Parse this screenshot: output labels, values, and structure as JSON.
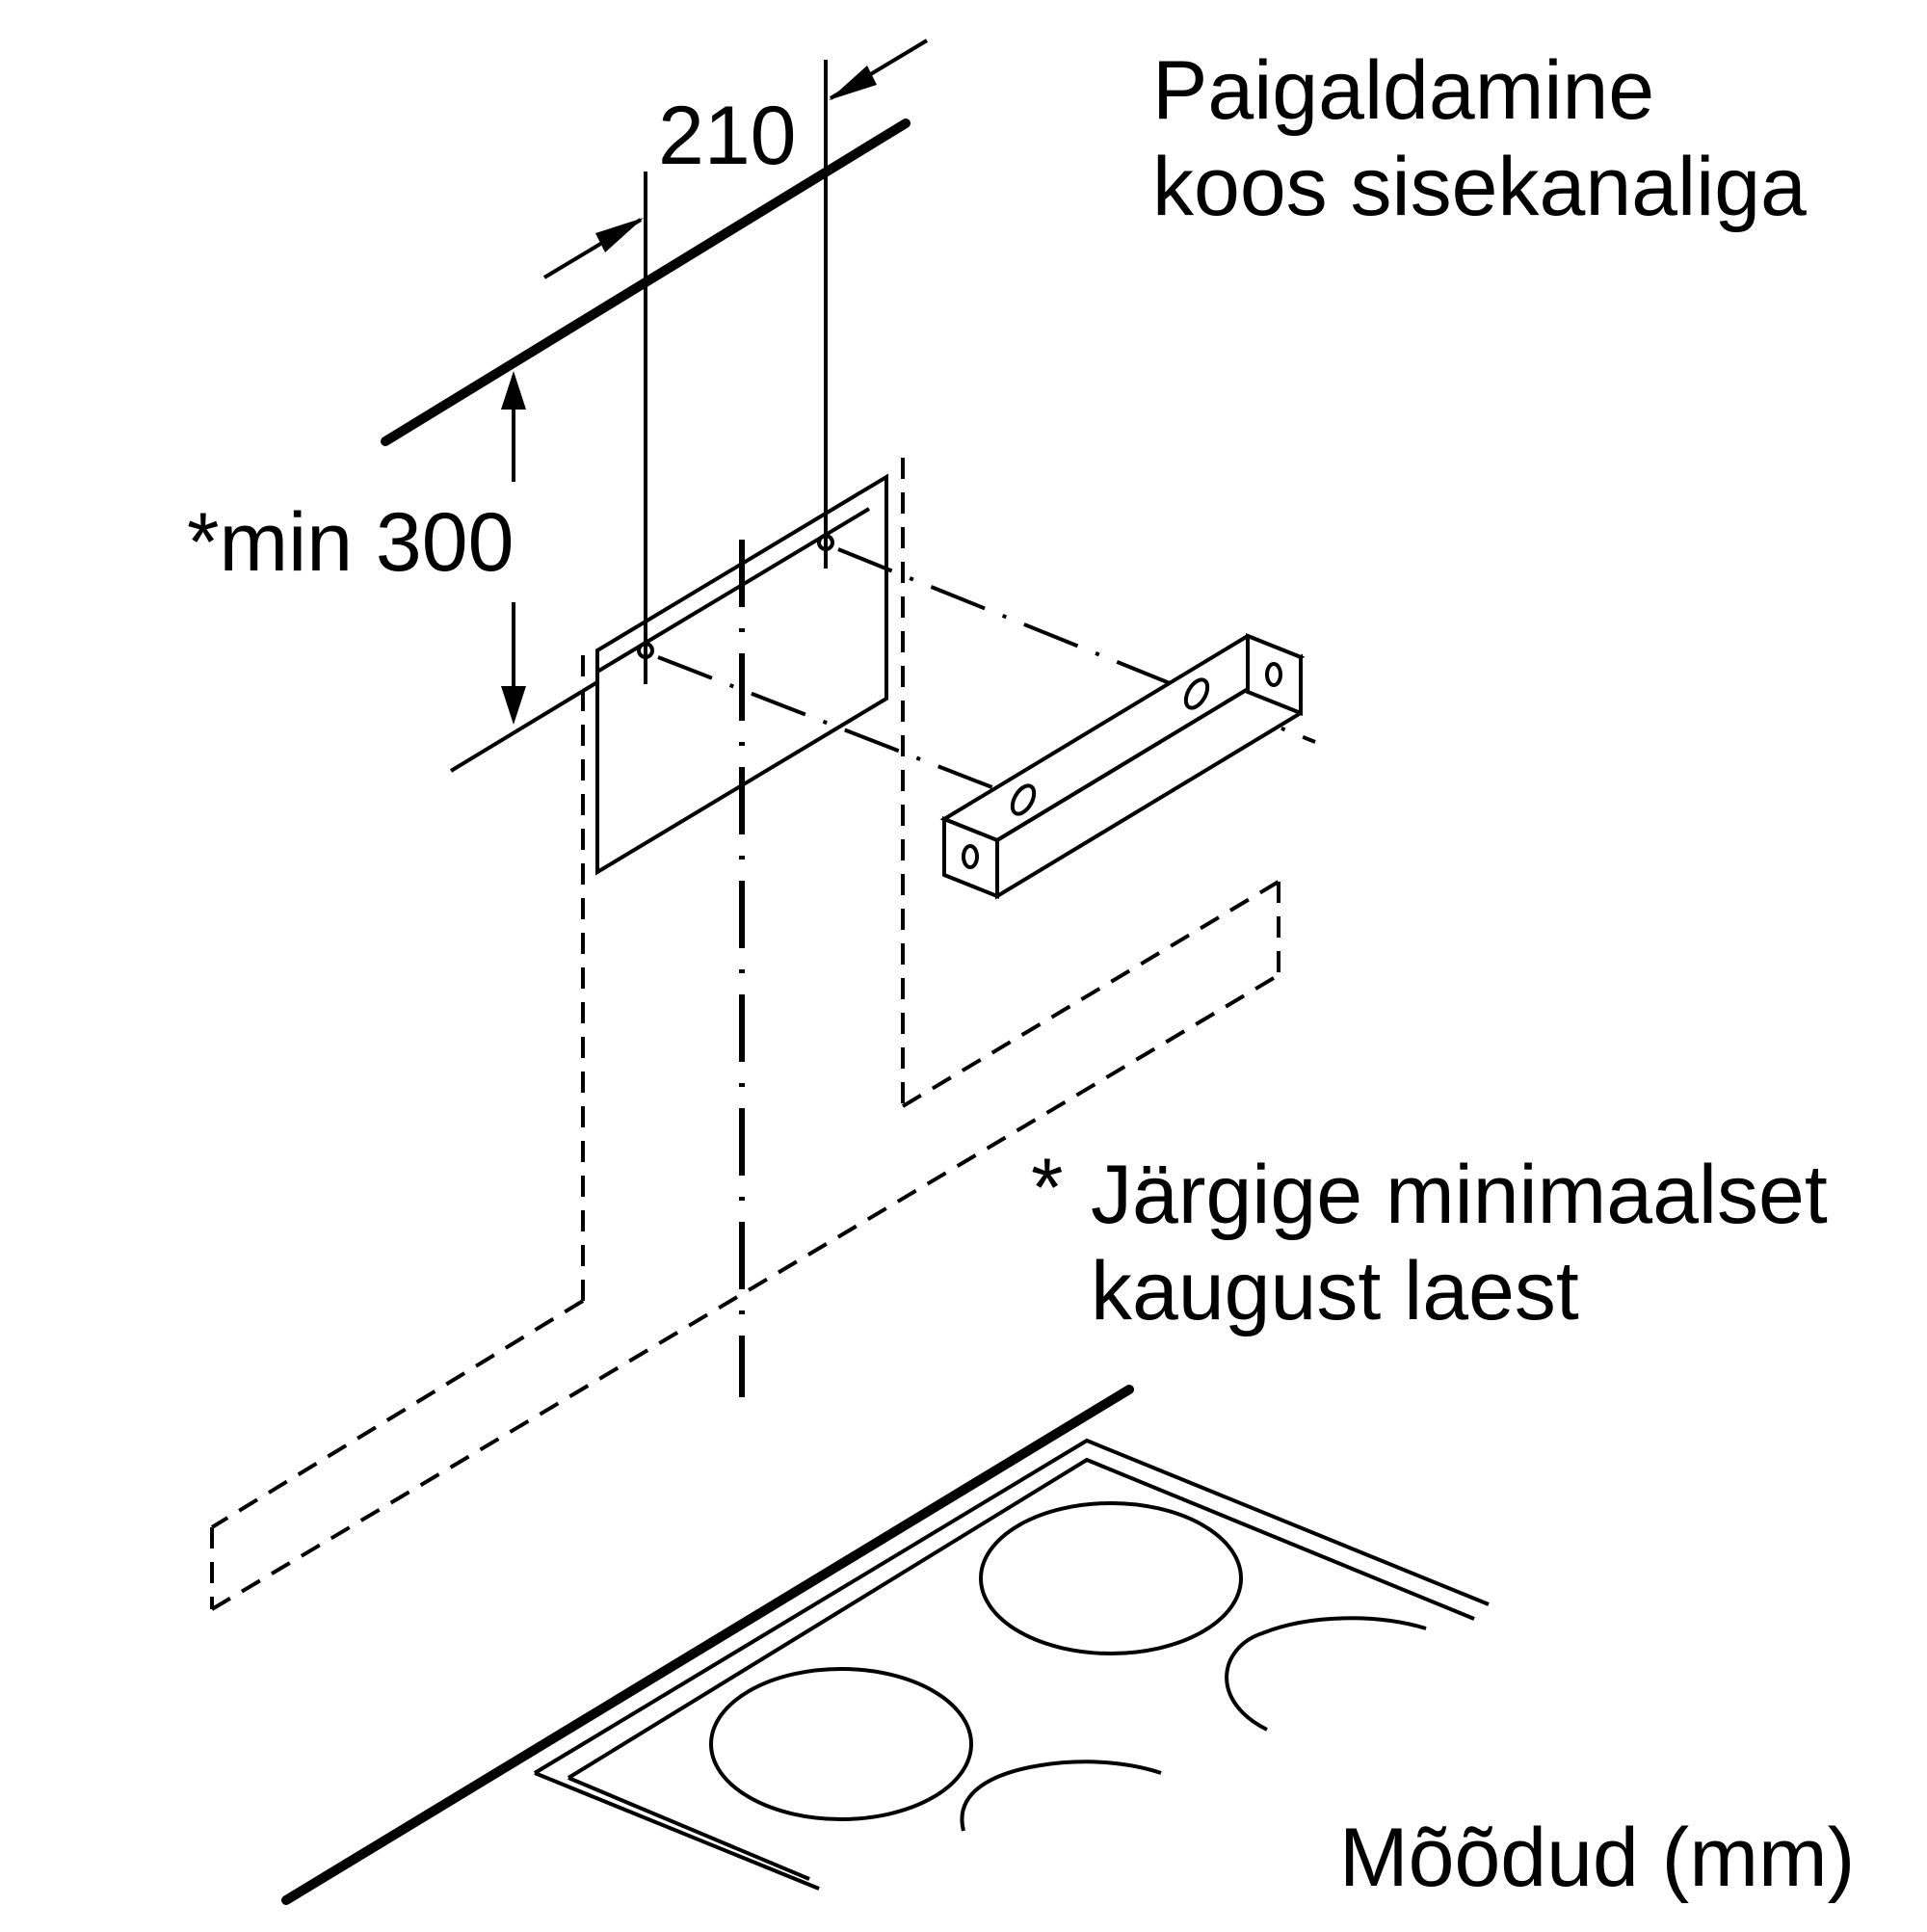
{
  "title": "Paigaldamine\nkoos sisekanaliga",
  "dimensions": {
    "width": "210",
    "min_height": "*min 300"
  },
  "note": {
    "star": "*",
    "text": "Järgige minimaalset\nkaugust laest"
  },
  "units": "Mõõdud (mm)"
}
